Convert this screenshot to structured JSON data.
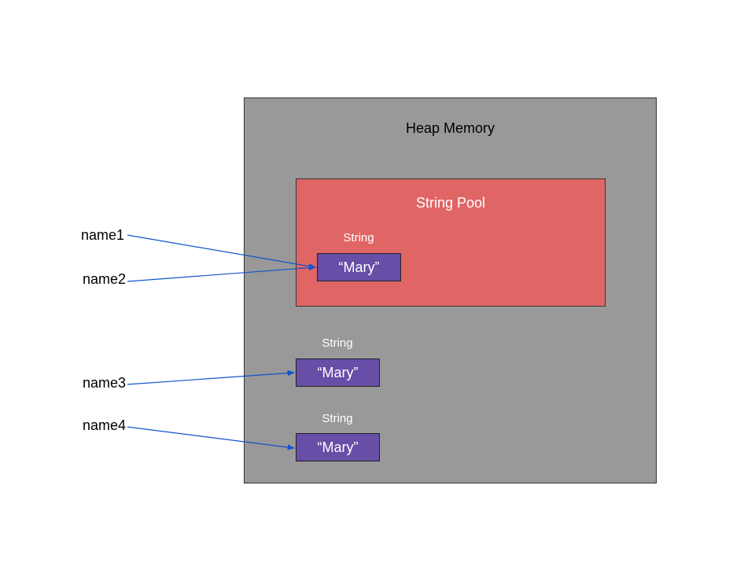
{
  "heap": {
    "title": "Heap Memory"
  },
  "pool": {
    "title": "String Pool"
  },
  "objects": [
    {
      "type": "String",
      "value": "“Mary”"
    },
    {
      "type": "String",
      "value": "“Mary”"
    },
    {
      "type": "String",
      "value": "“Mary”"
    }
  ],
  "variables": [
    "name1",
    "name2",
    "name3",
    "name4"
  ],
  "colors": {
    "heap": "#999999",
    "pool": "#e06666",
    "object": "#674ea7",
    "arrow": "#1155cc"
  }
}
